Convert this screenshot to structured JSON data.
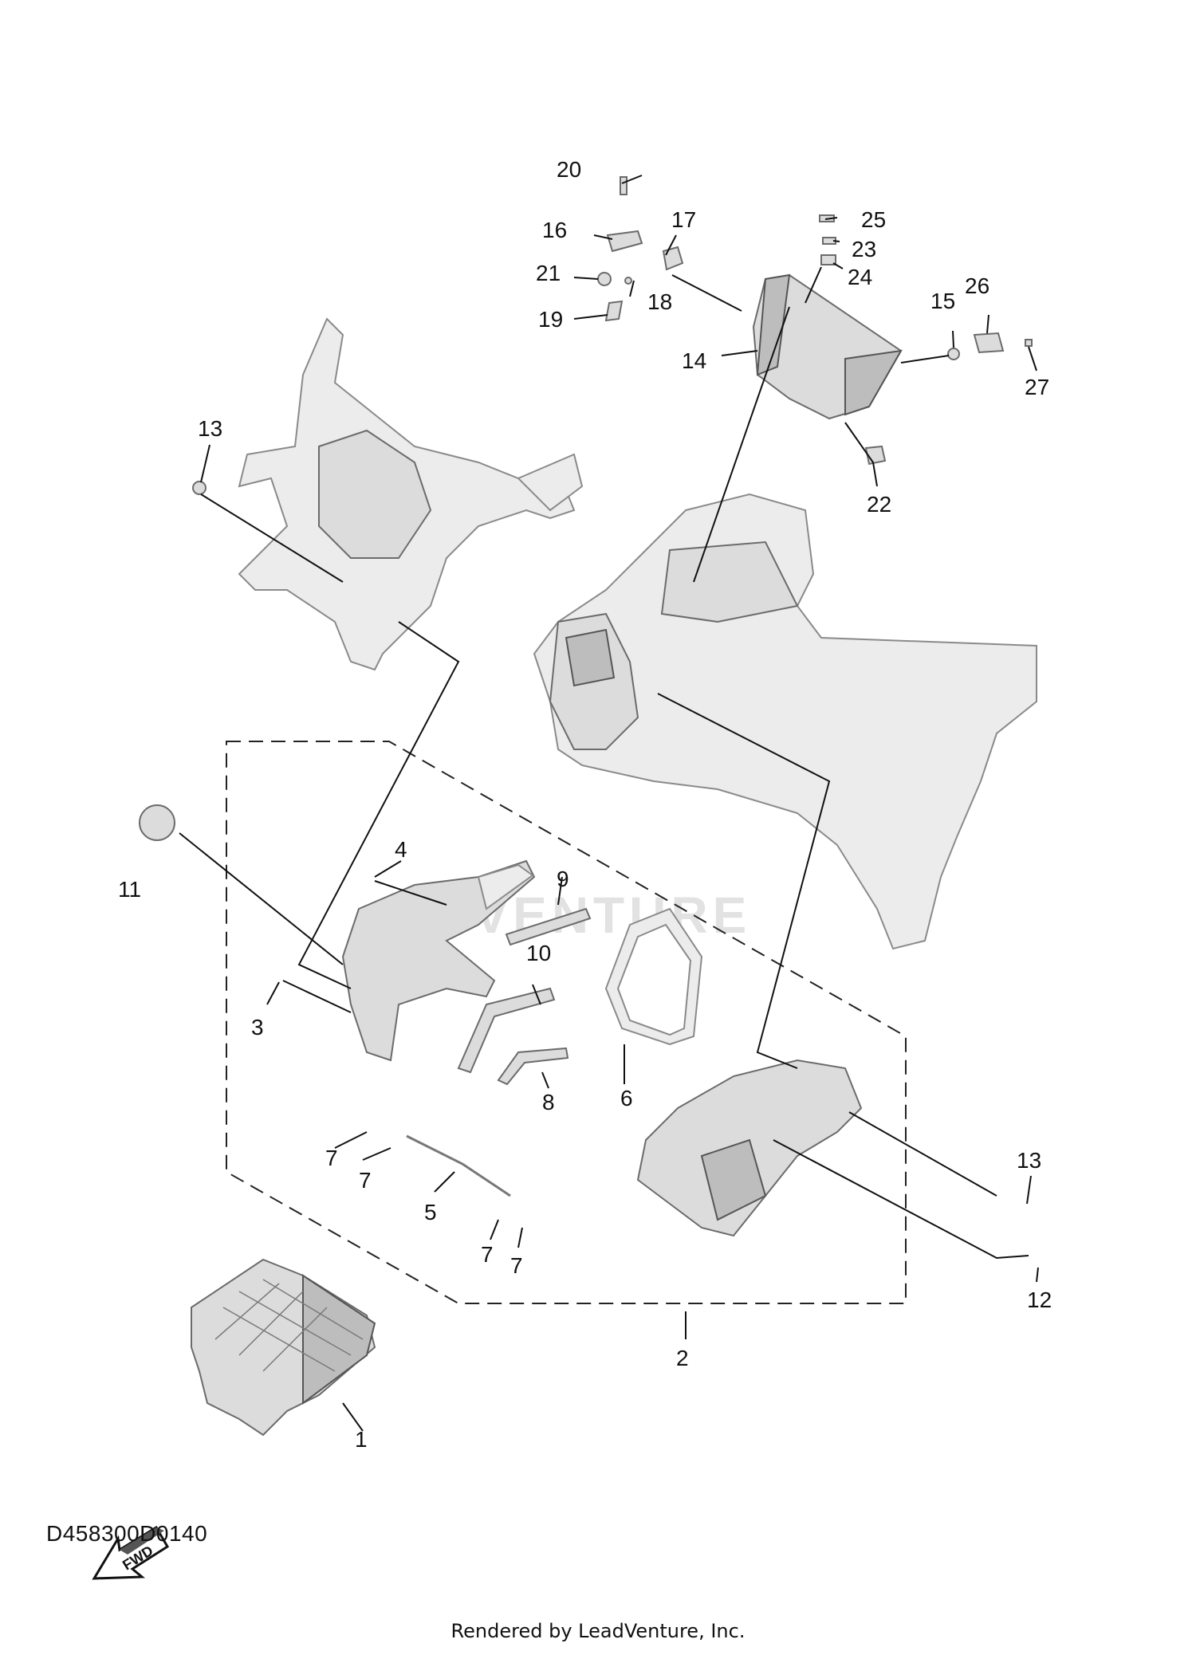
{
  "diagram_code": "D458300D0140",
  "credit": "Rendered by LeadVenture, Inc.",
  "watermark": "ADVENTURE",
  "fwd_label": "FWD",
  "callouts": [
    "1",
    "2",
    "3",
    "4",
    "5",
    "6",
    "7",
    "7",
    "7",
    "7",
    "8",
    "9",
    "10",
    "11",
    "12",
    "13",
    "13",
    "14",
    "15",
    "16",
    "17",
    "18",
    "19",
    "20",
    "21",
    "22",
    "23",
    "24",
    "25",
    "26",
    "27"
  ]
}
